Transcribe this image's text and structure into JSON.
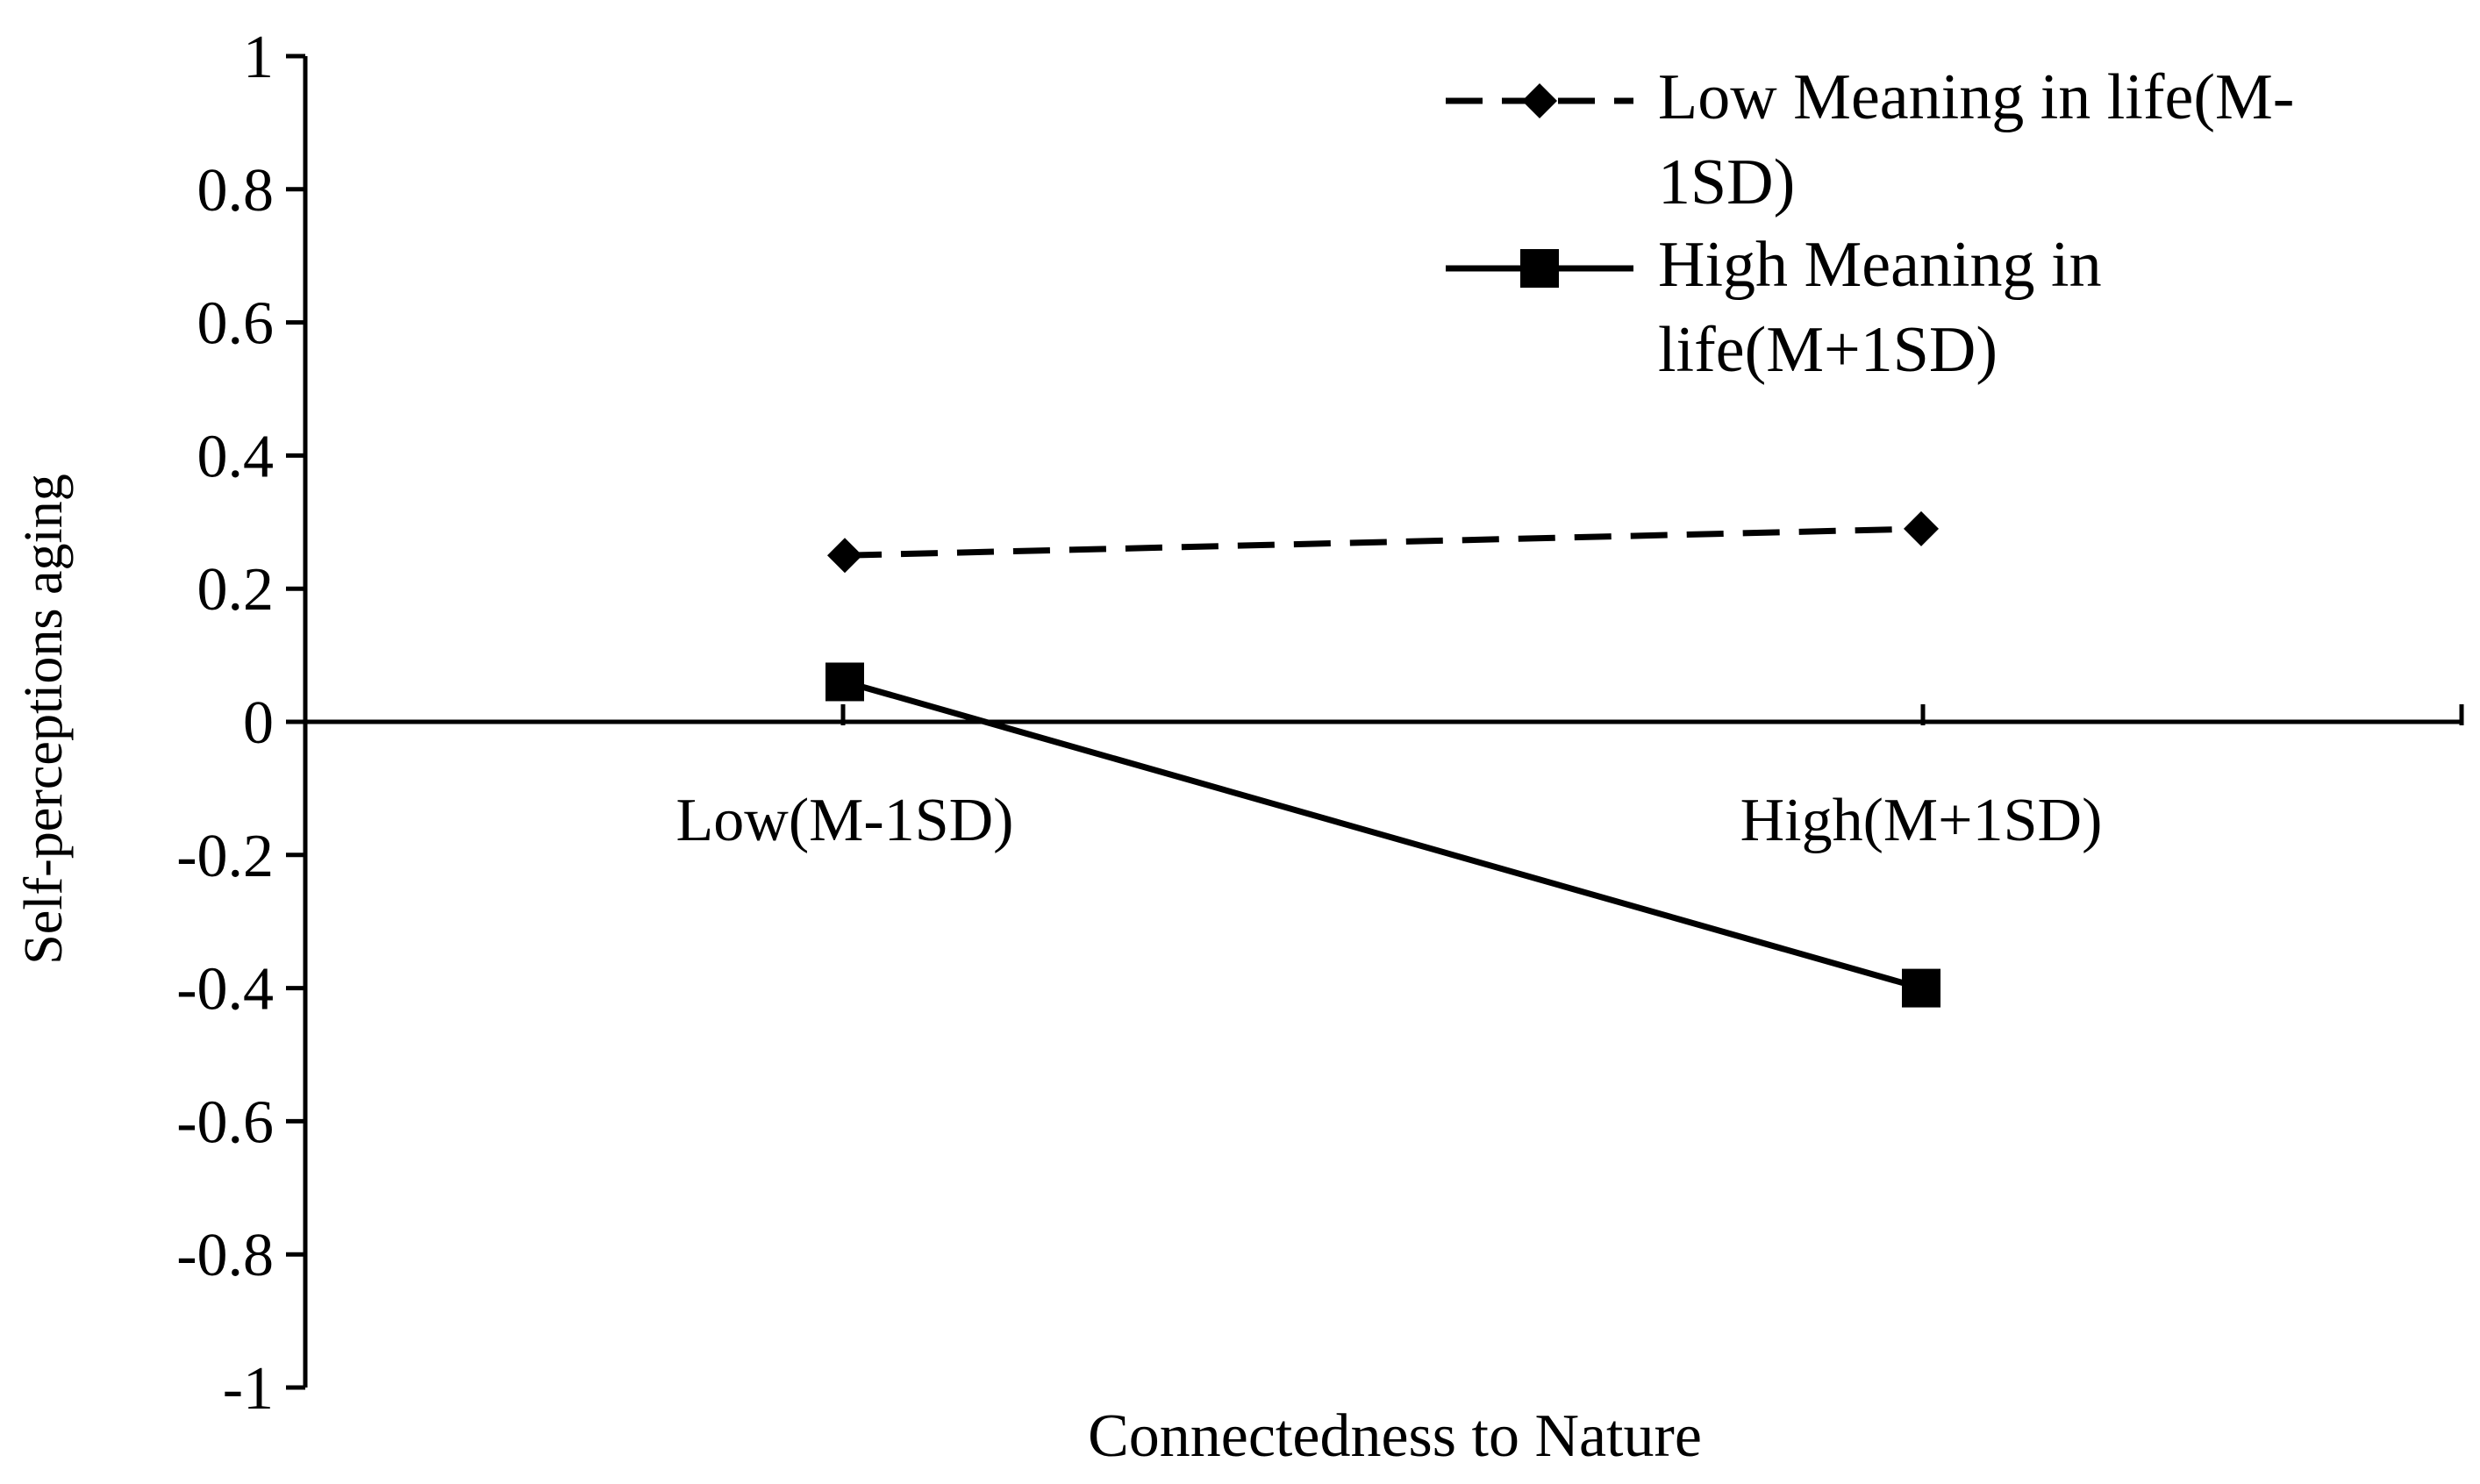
{
  "chart_data": {
    "type": "line",
    "title": "",
    "xlabel": "Connectedness to Nature",
    "ylabel": "Self-perceptions aging",
    "categories": [
      "Low(M-1SD)",
      "High(M+1SD)"
    ],
    "ylim": [
      -1,
      1
    ],
    "yticks": [
      1,
      0.8,
      0.6,
      0.4,
      0.2,
      0,
      -0.2,
      -0.4,
      -0.6,
      -0.8,
      -1
    ],
    "grid": false,
    "legend_position": "top-right",
    "series": [
      {
        "name": "Low Meaning in life(M-1SD)",
        "legend_lines": [
          "Low Meaning in life(M-",
          "1SD)"
        ],
        "values": [
          0.25,
          0.29
        ],
        "line_style": "dashed",
        "marker": "diamond",
        "color": "#000000"
      },
      {
        "name": "High Meaning in life(M+1SD)",
        "legend_lines": [
          "High Meaning in",
          "life(M+1SD)"
        ],
        "values": [
          0.06,
          -0.4
        ],
        "line_style": "solid",
        "marker": "square",
        "color": "#000000"
      }
    ]
  }
}
